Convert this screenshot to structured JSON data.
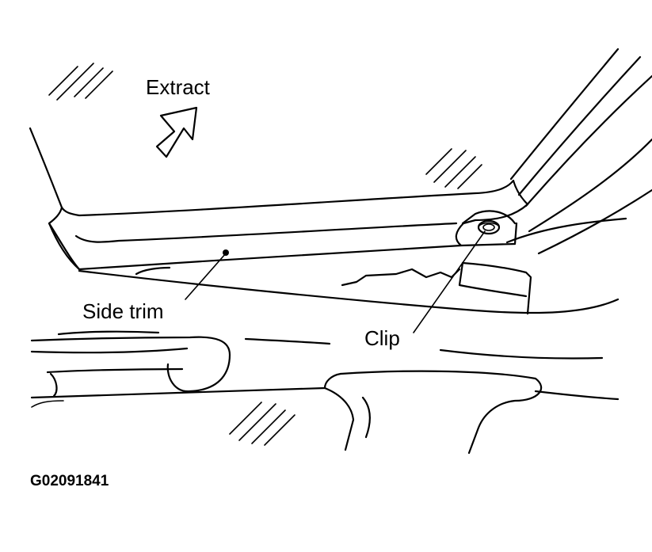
{
  "labels": {
    "extract": "Extract",
    "side_trim": "Side trim",
    "clip": "Clip",
    "figure_id": "G02091841"
  },
  "colors": {
    "line": "#000000",
    "background": "#ffffff"
  },
  "icons": {
    "direction_arrow": "up-right-arrow-icon"
  }
}
